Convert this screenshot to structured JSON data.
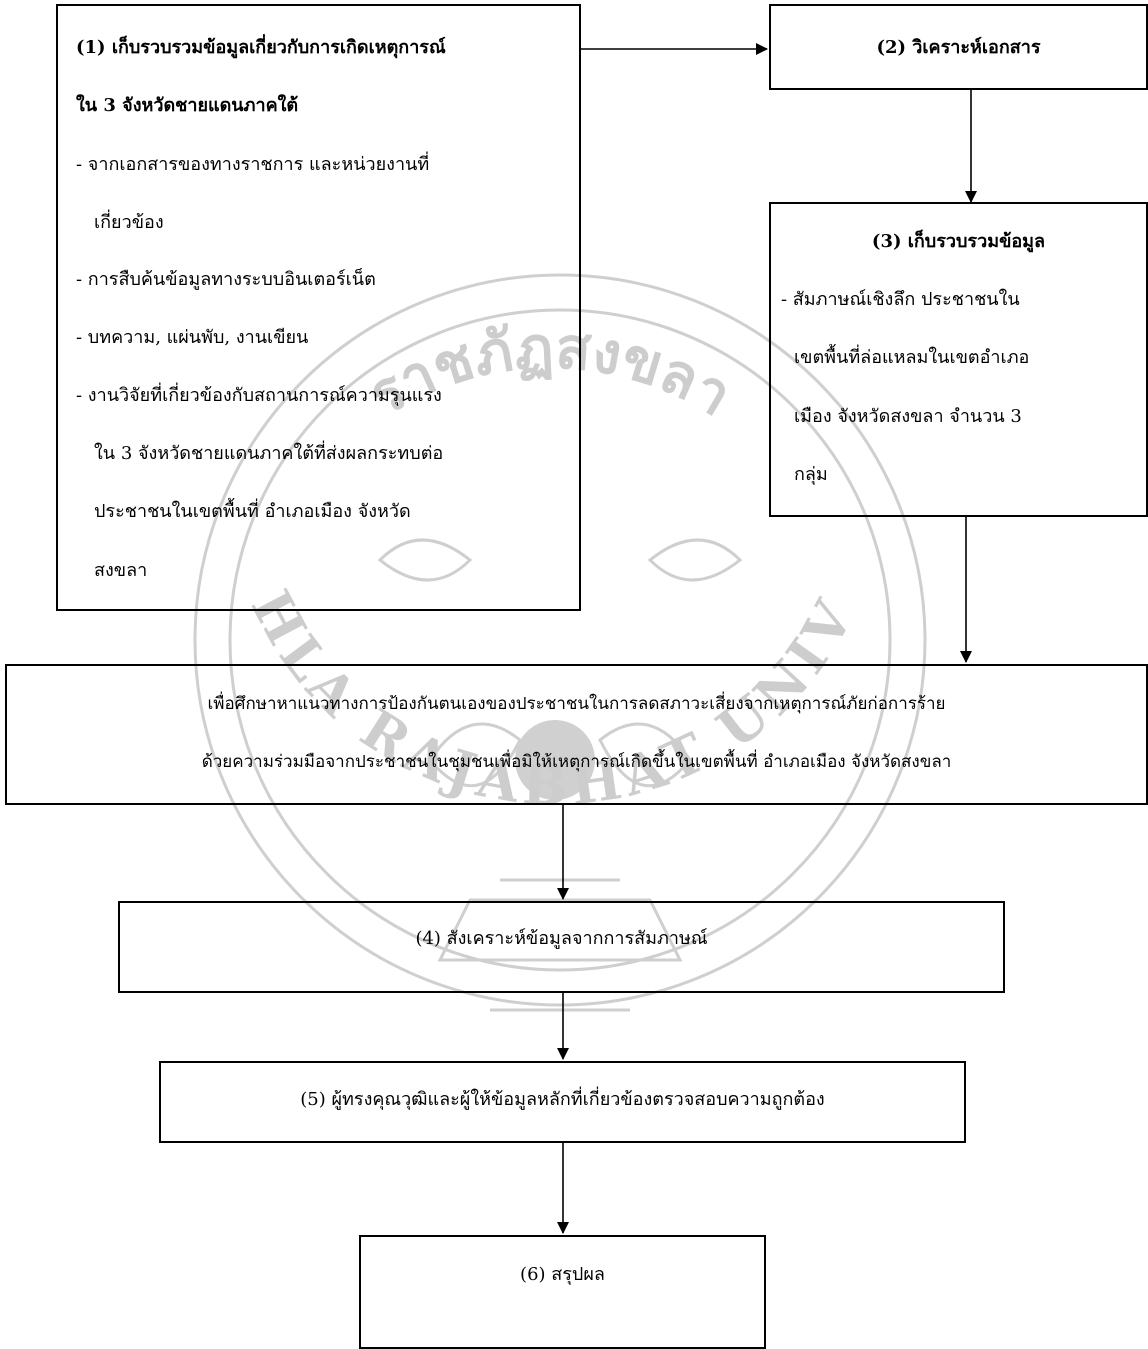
{
  "watermark": {
    "text_upper": "ราชภัฏสงขลา",
    "text_lower": "SONGKHLA RAJABHAT UNIVERSITY",
    "color": "#c8c8c8"
  },
  "box1": {
    "title_line1": "(1)  เก็บรวบรวมข้อมูลเกี่ยวกับการเกิดเหตุการณ์",
    "title_line2": "ใน 3 จังหวัดชายแดนภาคใต้",
    "item1_line1": "-   จากเอกสารของทางราชการ และหน่วยงานที่",
    "item1_line2": "เกี่ยวข้อง",
    "item2": "-   การสืบค้นข้อมูลทางระบบอินเตอร์เน็ต",
    "item3": "-   บทความ, แผ่นพับ, งานเขียน",
    "item4_line1": "-   งานวิจัยที่เกี่ยวข้องกับสถานการณ์ความรุนแรง",
    "item4_line2": "ใน 3 จังหวัดชายแดนภาคใต้ที่ส่งผลกระทบต่อ",
    "item4_line3": "ประชาชนในเขตพื้นที่ อำเภอเมือง จังหวัด",
    "item4_line4": "สงขลา"
  },
  "box2": {
    "title": "(2) วิเคราะห์เอกสาร"
  },
  "box3": {
    "title": "(3) เก็บรวบรวมข้อมูล",
    "line1": "- สัมภาษณ์เชิงลึก ประชาชนใน",
    "line2": "เขตพื้นที่ล่อแหลมในเขตอำเภอ",
    "line3": "เมือง จังหวัดสงขลา จำนวน 3",
    "line4": "กลุ่ม"
  },
  "purpose": {
    "line1": "เพื่อศึกษาหาแนวทางการป้องกันตนเองของประชาชนในการลดสภาวะเสี่ยงจากเหตุการณ์ภัยก่อการร้าย",
    "line2": "ด้วยความร่วมมือจากประชาชนในชุมชนเพื่อมิให้เหตุการณ์เกิดขึ้นในเขตพื้นที่ อำเภอเมือง จังหวัดสงขลา"
  },
  "box4": {
    "title": "(4) สังเคราะห์ข้อมูลจากการสัมภาษณ์"
  },
  "box5": {
    "title": "(5) ผู้ทรงคุณวุฒิและผู้ให้ข้อมูลหลักที่เกี่ยวข้องตรวจสอบความถูกต้อง"
  },
  "box6": {
    "title": "(6) สรุปผล"
  }
}
